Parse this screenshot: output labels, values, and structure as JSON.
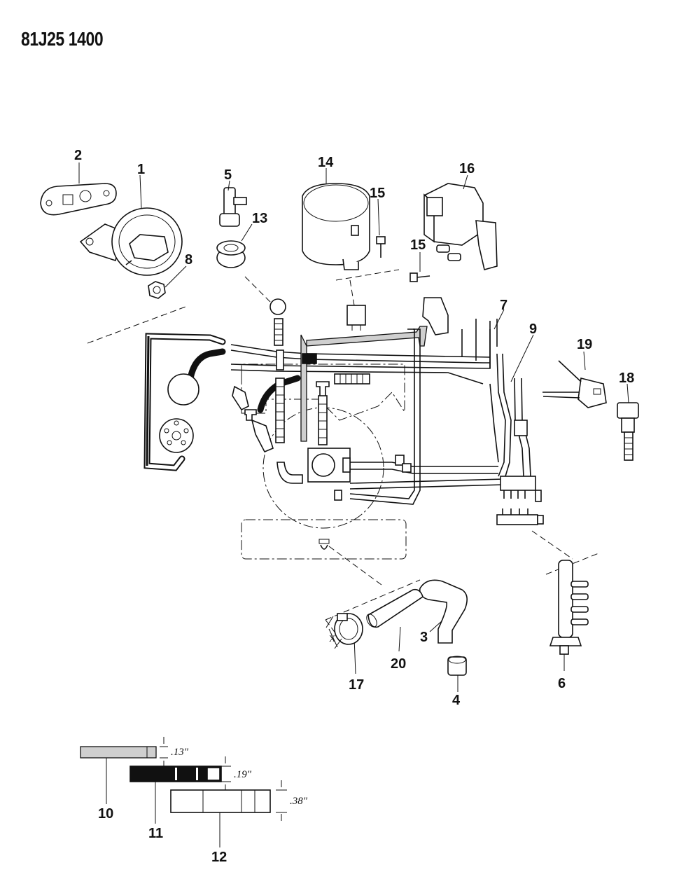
{
  "diagram": {
    "code": "81J25 1400",
    "callouts": [
      "1",
      "2",
      "3",
      "4",
      "5",
      "6",
      "7",
      "8",
      "9",
      "10",
      "11",
      "12",
      "13",
      "14",
      "15",
      "16",
      "17",
      "18",
      "19",
      "20"
    ],
    "dimensions": {
      "hose_10": ".13\"",
      "hose_11": ".19\"",
      "hose_12": ".38\"",
      "clamp_x": "X"
    }
  }
}
